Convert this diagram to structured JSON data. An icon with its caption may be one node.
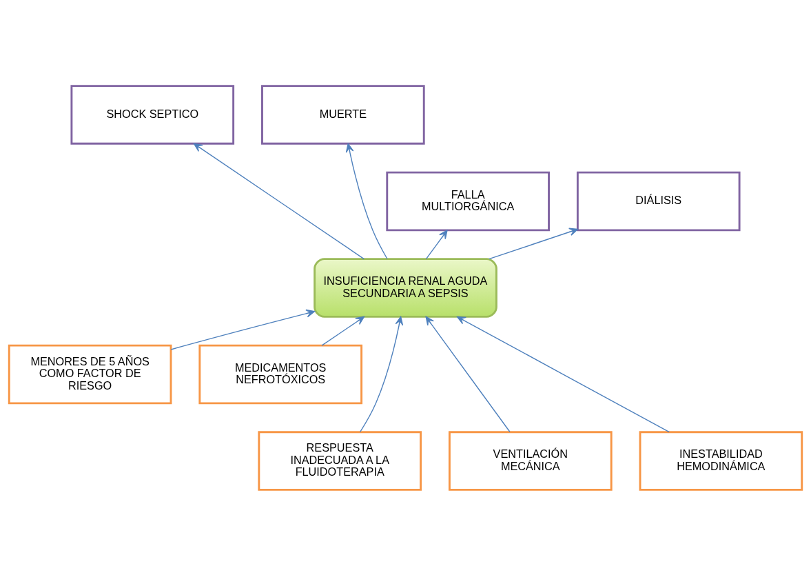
{
  "diagram": {
    "nodes": [
      {
        "text": [
          "SHOCK SEPTICO"
        ]
      },
      {
        "text": [
          "MUERTE"
        ]
      },
      {
        "text": [
          "FALLA MULTIORGÁNICA"
        ]
      },
      {
        "text": [
          "DIÁLISIS"
        ]
      },
      {
        "text": [
          "INSUFICIENCIA RENAL AGUDA SECUNDARIA A SEPSIS"
        ]
      },
      {
        "text": [
          "MENORES DE 5 AÑOS COMO FACTOR DE RIESGO"
        ]
      },
      {
        "text": [
          "MEDICAMENTOS NEFROTÓXICOS"
        ]
      },
      {
        "text": [
          "RESPUESTA INADECUADA A LA FLUIDOTERAPIA"
        ]
      },
      {
        "text": [
          "VENTILACIÓN MECÁNICA"
        ]
      },
      {
        "text": [
          "INESTABILIDAD HEMODINÁMICA"
        ]
      }
    ],
    "edges": [
      {
        "from": 4,
        "to": 0,
        "arrow": "to"
      },
      {
        "from": 4,
        "to": 1,
        "arrow": "to"
      },
      {
        "from": 4,
        "to": 2,
        "arrow": "to"
      },
      {
        "from": 4,
        "to": 3,
        "arrow": "to"
      },
      {
        "from": 5,
        "to": 4,
        "arrow": "to"
      },
      {
        "from": 6,
        "to": 4,
        "arrow": "to"
      },
      {
        "from": 7,
        "to": 4,
        "arrow": "to"
      },
      {
        "from": 8,
        "to": 4,
        "arrow": "to"
      },
      {
        "from": 9,
        "to": 4,
        "arrow": "to"
      }
    ]
  }
}
